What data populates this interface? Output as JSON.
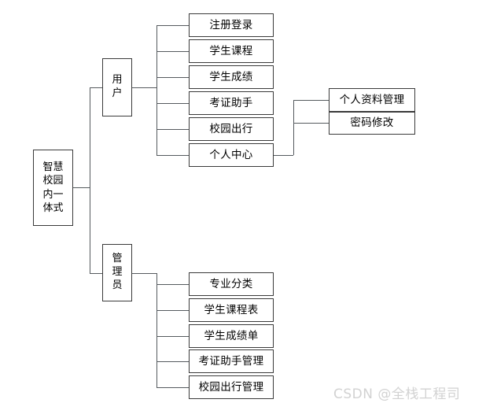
{
  "diagram": {
    "type": "tree-hierarchy",
    "orientation": "left-to-right",
    "root": {
      "label": "智慧校园内一体式",
      "label_lines": "智慧\n校园\n内一\n体式"
    },
    "branches": [
      {
        "id": "user",
        "label": "用户",
        "children": [
          {
            "label": "注册登录"
          },
          {
            "label": "学生课程"
          },
          {
            "label": "学生成绩"
          },
          {
            "label": "考证助手"
          },
          {
            "label": "校园出行"
          },
          {
            "label": "个人中心",
            "children": [
              {
                "label": "个人资料管理"
              },
              {
                "label": "密码修改"
              }
            ]
          }
        ]
      },
      {
        "id": "admin",
        "label": "管理员",
        "children": [
          {
            "label": "专业分类"
          },
          {
            "label": "学生课程表"
          },
          {
            "label": "学生成绩单"
          },
          {
            "label": "考证助手管理"
          },
          {
            "label": "校园出行管理"
          }
        ]
      }
    ]
  },
  "watermark": {
    "text": "CSDN @全栈工程司"
  },
  "colors": {
    "background": "#ffffff",
    "box_border": "#3a3a3a",
    "connector": "#555a5e",
    "text": "#000000",
    "watermark": "#d2d2d2"
  }
}
